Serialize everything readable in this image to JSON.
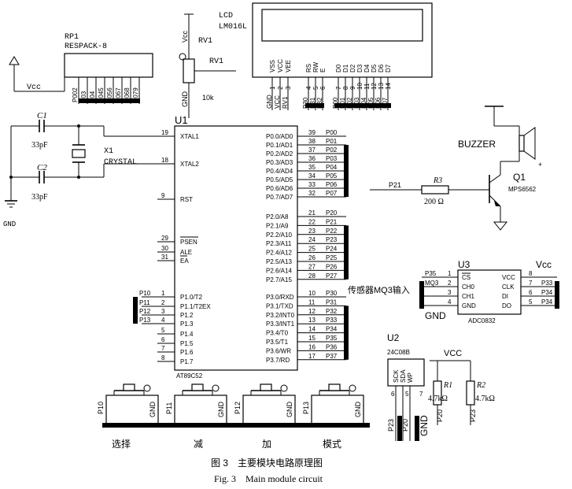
{
  "caption": {
    "cn": "图 3　主要模块电路原理图",
    "en": "Fig. 3　Main module circuit"
  },
  "mcu": {
    "ref": "U1",
    "part": "AT89C52",
    "left_pins": [
      {
        "no": "19",
        "name": "XTAL1"
      },
      {
        "no": "18",
        "name": "XTAL2"
      },
      {
        "no": "9",
        "name": "RST"
      },
      {
        "no": "29",
        "name": "PSEN"
      },
      {
        "no": "30",
        "name": "ALE"
      },
      {
        "no": "31",
        "name": "EA"
      },
      {
        "no": "1",
        "name": "P1.0/T2",
        "net": "P10"
      },
      {
        "no": "2",
        "name": "P1.1/T2EX",
        "net": "P11"
      },
      {
        "no": "3",
        "name": "P1.2",
        "net": "P12"
      },
      {
        "no": "4",
        "name": "P1.3",
        "net": "P13"
      },
      {
        "no": "5",
        "name": "P1.4"
      },
      {
        "no": "6",
        "name": "P1.5"
      },
      {
        "no": "7",
        "name": "P1.6"
      },
      {
        "no": "8",
        "name": "P1.7"
      }
    ],
    "right_pins_p0": [
      {
        "no": "39",
        "name": "P0.0/AD0",
        "net": "P00"
      },
      {
        "no": "38",
        "name": "P0.1/AD1",
        "net": "P01"
      },
      {
        "no": "37",
        "name": "P0.2/AD2",
        "net": "P02"
      },
      {
        "no": "36",
        "name": "P0.3/AD3",
        "net": "P03"
      },
      {
        "no": "35",
        "name": "P0.4/AD4",
        "net": "P04"
      },
      {
        "no": "34",
        "name": "P0.5/AD5",
        "net": "P05"
      },
      {
        "no": "33",
        "name": "P0.6/AD6",
        "net": "P06"
      },
      {
        "no": "32",
        "name": "P0.7/AD7",
        "net": "P07"
      }
    ],
    "right_pins_p2": [
      {
        "no": "21",
        "name": "P2.0/A8",
        "net": "P20"
      },
      {
        "no": "22",
        "name": "P2.1/A9",
        "net": "P21"
      },
      {
        "no": "23",
        "name": "P2.2/A10",
        "net": "P22"
      },
      {
        "no": "24",
        "name": "P2.3/A11",
        "net": "P23"
      },
      {
        "no": "25",
        "name": "P2.4/A12",
        "net": "P24"
      },
      {
        "no": "26",
        "name": "P2.5/A13",
        "net": "P25"
      },
      {
        "no": "27",
        "name": "P2.6/A14",
        "net": "P26"
      },
      {
        "no": "28",
        "name": "P2.7/A15",
        "net": "P27"
      }
    ],
    "right_pins_p3": [
      {
        "no": "10",
        "name": "P3.0/RXD",
        "net": "P30"
      },
      {
        "no": "11",
        "name": "P3.1/TXD",
        "net": "P31"
      },
      {
        "no": "12",
        "name": "P3.2/INT0",
        "net": "P32"
      },
      {
        "no": "13",
        "name": "P3.3/INT1",
        "net": "P33"
      },
      {
        "no": "14",
        "name": "P3.4/T0",
        "net": "P34"
      },
      {
        "no": "15",
        "name": "P3.5/T1",
        "net": "P35"
      },
      {
        "no": "16",
        "name": "P3.6/WR",
        "net": "P36"
      },
      {
        "no": "17",
        "name": "P3.7/RD",
        "net": "P37"
      }
    ]
  },
  "rp1": {
    "ref": "RP1",
    "part": "RESPACK-8",
    "vcc": "Vcc",
    "pins": [
      "P002",
      "P03",
      "P04",
      "P045",
      "P056",
      "P067",
      "P068",
      "P079"
    ]
  },
  "rv1": {
    "ref": "RV1",
    "net": "RV1",
    "value": "10k",
    "vcc": "Vcc",
    "gnd": "GND"
  },
  "lcd": {
    "ref": "LCD",
    "part": "LM016L",
    "pin_names": [
      "VSS",
      "VCC",
      "VEE",
      "RS",
      "RW",
      "E",
      "D0",
      "D1",
      "D2",
      "D3",
      "D4",
      "D5",
      "D6",
      "D7"
    ],
    "pin_numbers": [
      "1",
      "2",
      "3",
      "4",
      "5",
      "6",
      "7",
      "8",
      "9",
      "10",
      "11",
      "12",
      "13",
      "14"
    ],
    "nets": [
      "GND",
      "VCC",
      "RV1",
      "P30",
      "P31",
      "P32",
      "P00",
      "P01",
      "P02",
      "P03",
      "P04",
      "P05",
      "P06",
      "P07"
    ]
  },
  "crystal": {
    "c1": "C1",
    "c1_val": "33pF",
    "c2": "C2",
    "c2_val": "33pF",
    "x1": "X1",
    "x1_part": "CRYSTAL",
    "gnd": "GND"
  },
  "buzzer": {
    "label": "BUZZER",
    "q1": "Q1",
    "q1_part": "MPS6562",
    "r3": "R3",
    "r3_val": "200 Ω",
    "net": "P21"
  },
  "adc": {
    "ref": "U3",
    "part": "ADC0832",
    "vcc": "Vcc",
    "gnd": "GND",
    "sensor_label": "传感器MQ3输入",
    "left_pins": [
      {
        "no": "1",
        "name": "CS",
        "net": "P35"
      },
      {
        "no": "2",
        "name": "CH0",
        "net": "MQ3"
      },
      {
        "no": "3",
        "name": "CH1",
        "net": ""
      },
      {
        "no": "4",
        "name": "GND",
        "net": ""
      }
    ],
    "right_pins": [
      {
        "no": "8",
        "name": "VCC",
        "net": ""
      },
      {
        "no": "7",
        "name": "CLK",
        "net": "P33"
      },
      {
        "no": "6",
        "name": "DI",
        "net": "P34"
      },
      {
        "no": "5",
        "name": "DO",
        "net": "P34"
      }
    ]
  },
  "eeprom": {
    "ref": "U2",
    "part": "24C08B",
    "vcc": "VCC",
    "pins": [
      "SCK",
      "SDA",
      "WP"
    ],
    "pin_nums": [
      "6",
      "5",
      "7"
    ],
    "nets": [
      "P23",
      "P20"
    ],
    "gnd": "GND",
    "r1": "R1",
    "r1_val": "4.7kΩ",
    "r1_net": "P20",
    "r2": "R2",
    "r2_val": "4.7kΩ",
    "r2_net": "P23"
  },
  "buttons": [
    {
      "net": "P10",
      "gnd": "GND",
      "label": "选择"
    },
    {
      "net": "P11",
      "gnd": "GND",
      "label": "减"
    },
    {
      "net": "P12",
      "gnd": "GND",
      "label": "加"
    },
    {
      "net": "P13",
      "gnd": "GND",
      "label": "模式"
    }
  ]
}
